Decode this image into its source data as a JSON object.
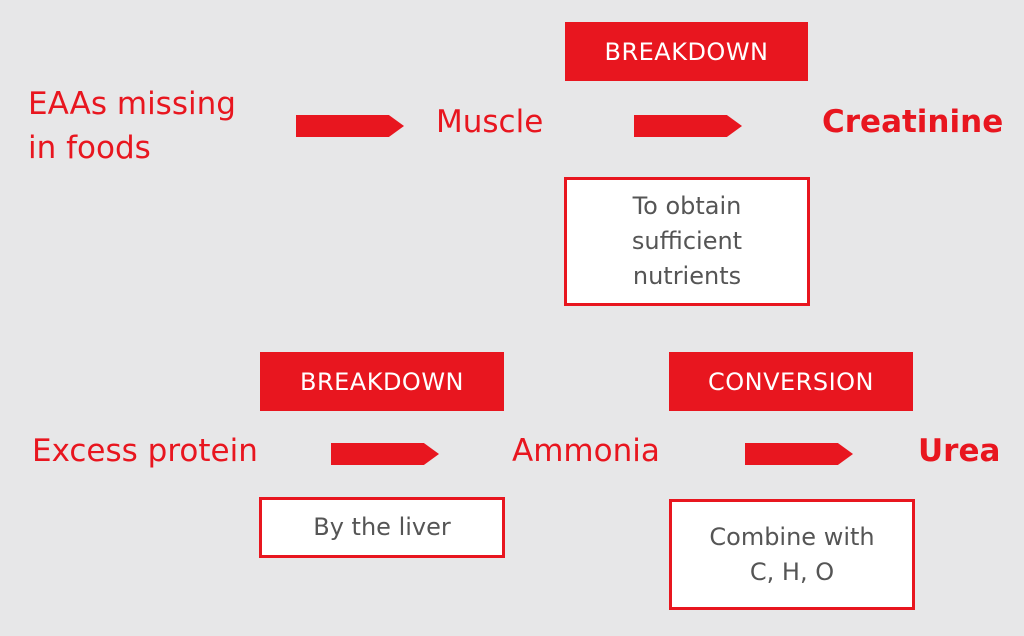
{
  "colors": {
    "accent": "#e8161f",
    "background": "#e7e7e8",
    "note_text": "#555555"
  },
  "row1": {
    "source": "EAAs missing\nin foods",
    "middle": "Muscle",
    "result": "Creatinine",
    "process_label": "BREAKDOWN",
    "note": "To obtain\nsufficient\nnutrients"
  },
  "row2": {
    "source": "Excess protein",
    "middle": "Ammonia",
    "result": "Urea",
    "label_1": "BREAKDOWN",
    "label_2": "CONVERSION",
    "note_1": "By the liver",
    "note_2": "Combine with\nC, H, O"
  }
}
